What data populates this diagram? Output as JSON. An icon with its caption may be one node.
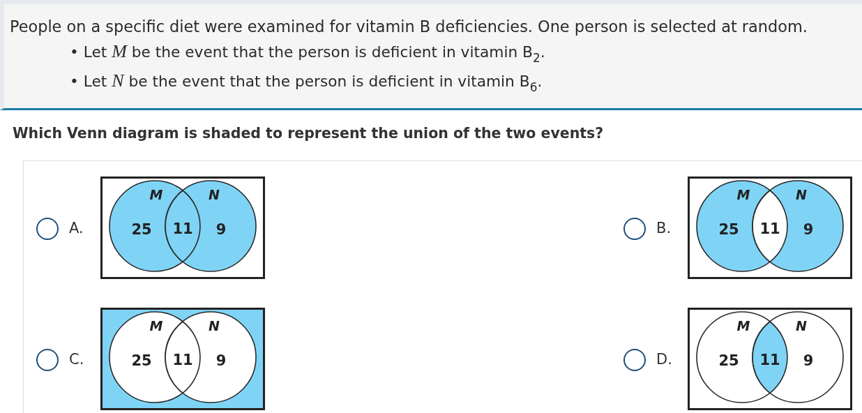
{
  "diagram": {
    "nodes": [
      {
        "text": [],
        "shape": "box",
        "beside": [
          "A."
        ]
      },
      {
        "text": [
          "M",
          "25"
        ],
        "in": 0
      },
      {
        "text": [
          "N",
          "9"
        ],
        "in": 0
      },
      {
        "text": [
          "11"
        ]
      },
      {
        "text": [],
        "shape": "box",
        "beside": [
          "B."
        ]
      },
      {
        "text": [
          "M",
          "25"
        ],
        "in": 4
      },
      {
        "text": [
          "N",
          "9"
        ],
        "in": 4
      },
      {
        "text": [
          "11"
        ]
      },
      {
        "text": [],
        "shape": "box",
        "beside": [
          "C."
        ]
      },
      {
        "text": [
          "M",
          "25"
        ],
        "in": 8
      },
      {
        "text": [
          "N",
          "9"
        ],
        "in": 8
      },
      {
        "text": [
          "11"
        ]
      },
      {
        "text": [],
        "shape": "box",
        "beside": [
          "D."
        ]
      },
      {
        "text": [
          "M",
          "25"
        ],
        "in": 12
      },
      {
        "text": [
          "N",
          "9"
        ],
        "in": 12
      },
      {
        "text": [
          "11"
        ]
      }
    ],
    "labels": [
      "People on a specific diet were examined for vitamin B deficiencies. One person is selected at random.",
      "• Let *M* be the event that the person is deficient in vitamin B$_{2}$.",
      "• Let *N* be the event that the person is deficient in vitamin B$_{6}$.",
      "Which Venn diagram is shaded to represent the union of the two events?"
    ]
  }
}
